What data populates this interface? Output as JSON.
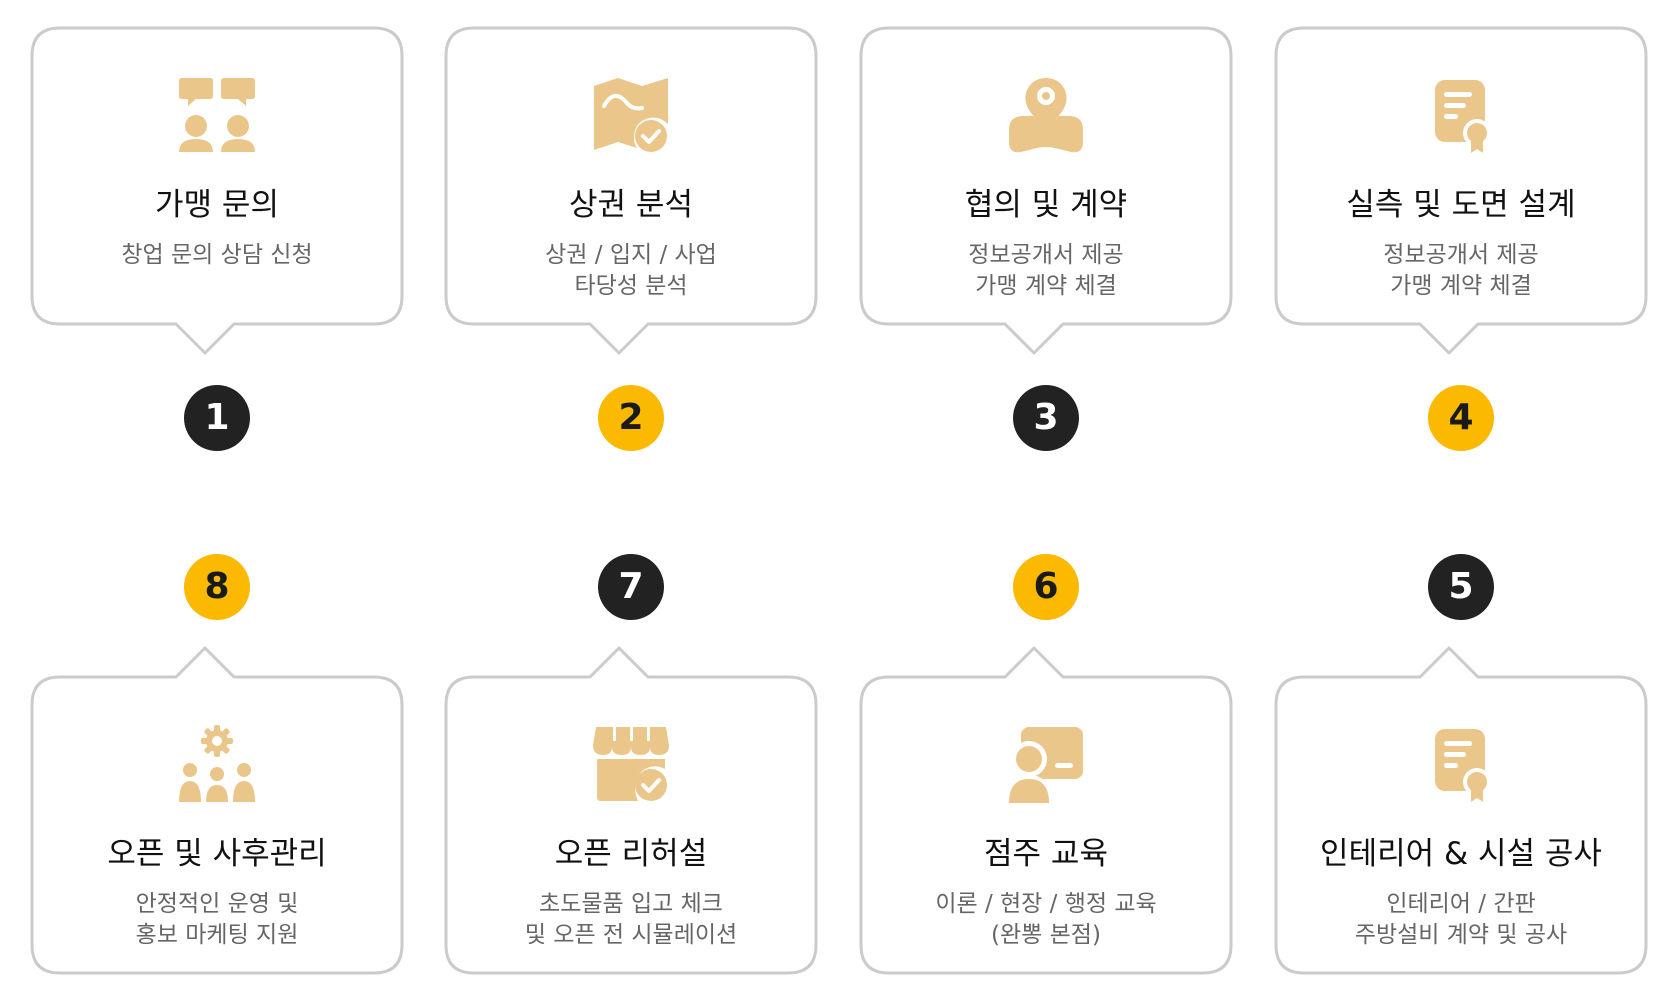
{
  "colors": {
    "icon": "#ebc68a",
    "dark_step": "#222222",
    "gold_step": "#fbb901",
    "card_border": "#cbcbcb",
    "title_text": "#111111",
    "desc_text": "#666666"
  },
  "steps": [
    {
      "number": "1",
      "title": "가맹 문의",
      "desc1": "창업 문의 상담 신청",
      "desc2": "",
      "icon": "consultation-icon",
      "badge": "dark"
    },
    {
      "number": "2",
      "title": "상권 분석",
      "desc1": "상권 / 입지 / 사업",
      "desc2": "타당성 분석",
      "icon": "map-check-icon",
      "badge": "gold"
    },
    {
      "number": "3",
      "title": "협의 및 계약",
      "desc1": "정보공개서 제공",
      "desc2": "가맹 계약 체결",
      "icon": "location-pin-icon",
      "badge": "dark"
    },
    {
      "number": "4",
      "title": "실측 및 도면 설계",
      "desc1": "정보공개서 제공",
      "desc2": "가맹 계약 체결",
      "icon": "certificate-icon",
      "badge": "gold"
    },
    {
      "number": "5",
      "title": "인테리어 & 시설 공사",
      "desc1": "인테리어 / 간판",
      "desc2": "주방설비 계약 및 공사",
      "icon": "document-badge-icon",
      "badge": "dark"
    },
    {
      "number": "6",
      "title": "점주 교육",
      "desc1": "이론 / 현장 / 행정 교육",
      "desc2": "(완뽕 본점)",
      "icon": "teacher-board-icon",
      "badge": "gold"
    },
    {
      "number": "7",
      "title": "오픈 리허설",
      "desc1": "초도물품 입고 체크",
      "desc2": "및 오픈 전 시뮬레이션",
      "icon": "store-check-icon",
      "badge": "dark"
    },
    {
      "number": "8",
      "title": "오픈 및 사후관리",
      "desc1": "안정적인 운영 및",
      "desc2": "홍보 마케팅 지원",
      "icon": "team-gear-icon",
      "badge": "gold"
    }
  ]
}
